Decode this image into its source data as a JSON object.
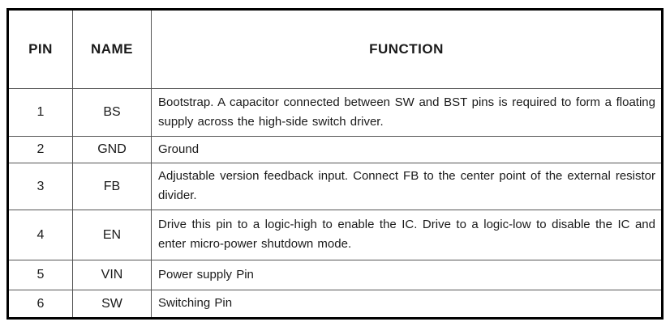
{
  "table": {
    "headers": {
      "pin": "PIN",
      "name": "NAME",
      "function": "FUNCTION"
    },
    "rows": [
      {
        "pin": "1",
        "name": "BS",
        "function": "Bootstrap. A capacitor connected between SW and BST pins is required to form a floating supply across the high-side switch driver."
      },
      {
        "pin": "2",
        "name": "GND",
        "function": "Ground"
      },
      {
        "pin": "3",
        "name": "FB",
        "function": "Adjustable version feedback input. Connect FB to the center point of the external resistor divider."
      },
      {
        "pin": "4",
        "name": "EN",
        "function": "Drive this pin to a logic-high to enable the IC. Drive to a logic-low to disable the IC and enter micro-power shutdown mode."
      },
      {
        "pin": "5",
        "name": "VIN",
        "function": "Power supply Pin"
      },
      {
        "pin": "6",
        "name": "SW",
        "function": "Switching Pin"
      }
    ]
  }
}
